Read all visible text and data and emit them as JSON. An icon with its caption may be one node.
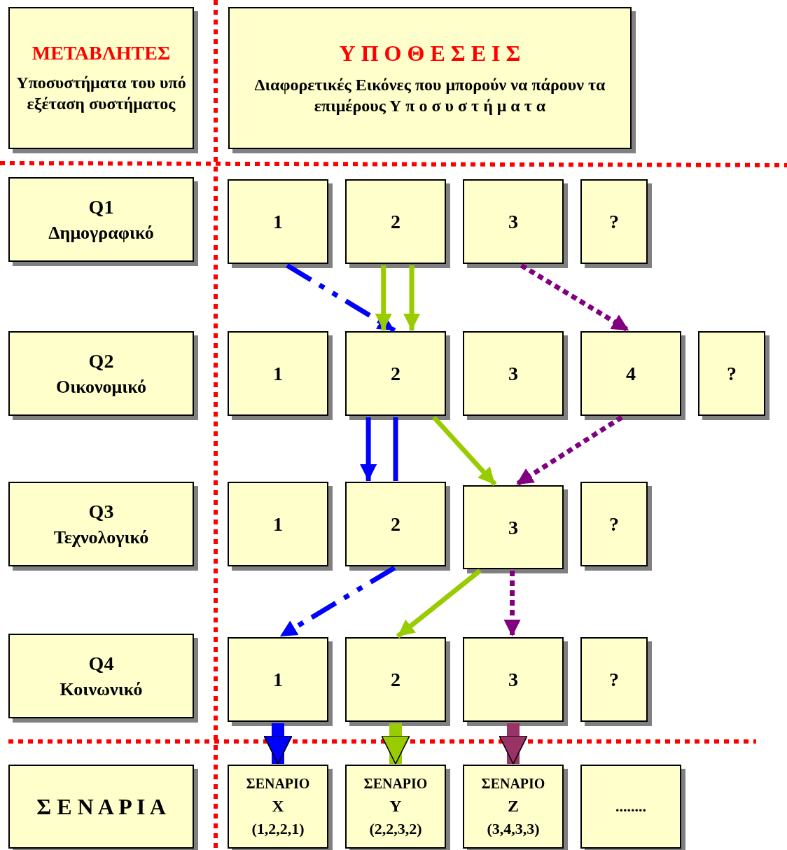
{
  "diagram": {
    "nodes": [
      {
        "text": [
          "ΜΕΤΑΒΛΗΤΕΣ",
          "Υποσυστήματα του υπό εξέταση συστήματος"
        ]
      },
      {
        "text": [
          "Υ Π Ο Θ Ε Σ Ε Ι Σ",
          "Διαφορετικές Εικόνες που μπορούν να πάρουν τα επιμέρους Υ π ο σ υ σ τ ή μ α τ α"
        ]
      },
      {
        "text": [
          "Q1",
          "Δημογραφικό"
        ]
      },
      {
        "text": [
          "1"
        ]
      },
      {
        "text": [
          "2"
        ]
      },
      {
        "text": [
          "3"
        ]
      },
      {
        "text": [
          "?"
        ]
      },
      {
        "text": [
          "Q2",
          "Οικονομικό"
        ]
      },
      {
        "text": [
          "1"
        ]
      },
      {
        "text": [
          "2"
        ]
      },
      {
        "text": [
          "3"
        ]
      },
      {
        "text": [
          "4"
        ]
      },
      {
        "text": [
          "?"
        ]
      },
      {
        "text": [
          "Q3",
          "Τεχνολογικό"
        ]
      },
      {
        "text": [
          "1"
        ]
      },
      {
        "text": [
          "2"
        ]
      },
      {
        "text": [
          "3"
        ]
      },
      {
        "text": [
          "?"
        ]
      },
      {
        "text": [
          "Q4",
          "Κοινωνικό"
        ]
      },
      {
        "text": [
          "1"
        ]
      },
      {
        "text": [
          "2"
        ]
      },
      {
        "text": [
          "3"
        ]
      },
      {
        "text": [
          "?"
        ]
      },
      {
        "text": [
          "Σ Ε Ν Α Ρ Ι Α"
        ]
      },
      {
        "text": [
          "ΣΕΝΑΡΙΟ",
          "X",
          "(1,2,2,1)"
        ]
      },
      {
        "text": [
          "ΣΕΝΑΡΙΟ",
          "Y",
          "(2,2,3,2)"
        ]
      },
      {
        "text": [
          "ΣΕΝΑΡΙΟ",
          "Z",
          "(3,4,3,3)"
        ]
      },
      {
        "text": [
          "........"
        ]
      }
    ],
    "edges": [
      {
        "from": 3,
        "to": 9,
        "arrow": "to",
        "style": "dashed",
        "color": "#0000ff"
      },
      {
        "from": 4,
        "to": 9,
        "arrow": "to",
        "color": "#99cc00"
      },
      {
        "from": 4,
        "to": 9,
        "arrow": "to",
        "color": "#99cc00"
      },
      {
        "from": 5,
        "to": 11,
        "arrow": "to",
        "style": "dashed",
        "color": "#800080"
      },
      {
        "from": 9,
        "to": 15,
        "arrow": "to",
        "color": "#0000ff"
      },
      {
        "from": 9,
        "to": 15,
        "arrow": "none",
        "color": "#0000ff"
      },
      {
        "from": 9,
        "to": 16,
        "arrow": "to",
        "color": "#99cc00"
      },
      {
        "from": 11,
        "to": 16,
        "arrow": "to",
        "style": "dashed",
        "color": "#800080"
      },
      {
        "from": 15,
        "to": 19,
        "arrow": "to",
        "style": "dashed",
        "color": "#0000ff"
      },
      {
        "from": 16,
        "to": 20,
        "arrow": "to",
        "color": "#99cc00"
      },
      {
        "from": 16,
        "to": 21,
        "arrow": "to",
        "style": "dashed",
        "color": "#800080"
      },
      {
        "from": 19,
        "to": 24,
        "arrow": "to",
        "style": "thick",
        "color": "#0000ff"
      },
      {
        "from": 20,
        "to": 25,
        "arrow": "to",
        "style": "thick",
        "color": "#99cc00"
      },
      {
        "from": 21,
        "to": 26,
        "arrow": "to",
        "style": "thick",
        "color": "#993366"
      }
    ]
  }
}
